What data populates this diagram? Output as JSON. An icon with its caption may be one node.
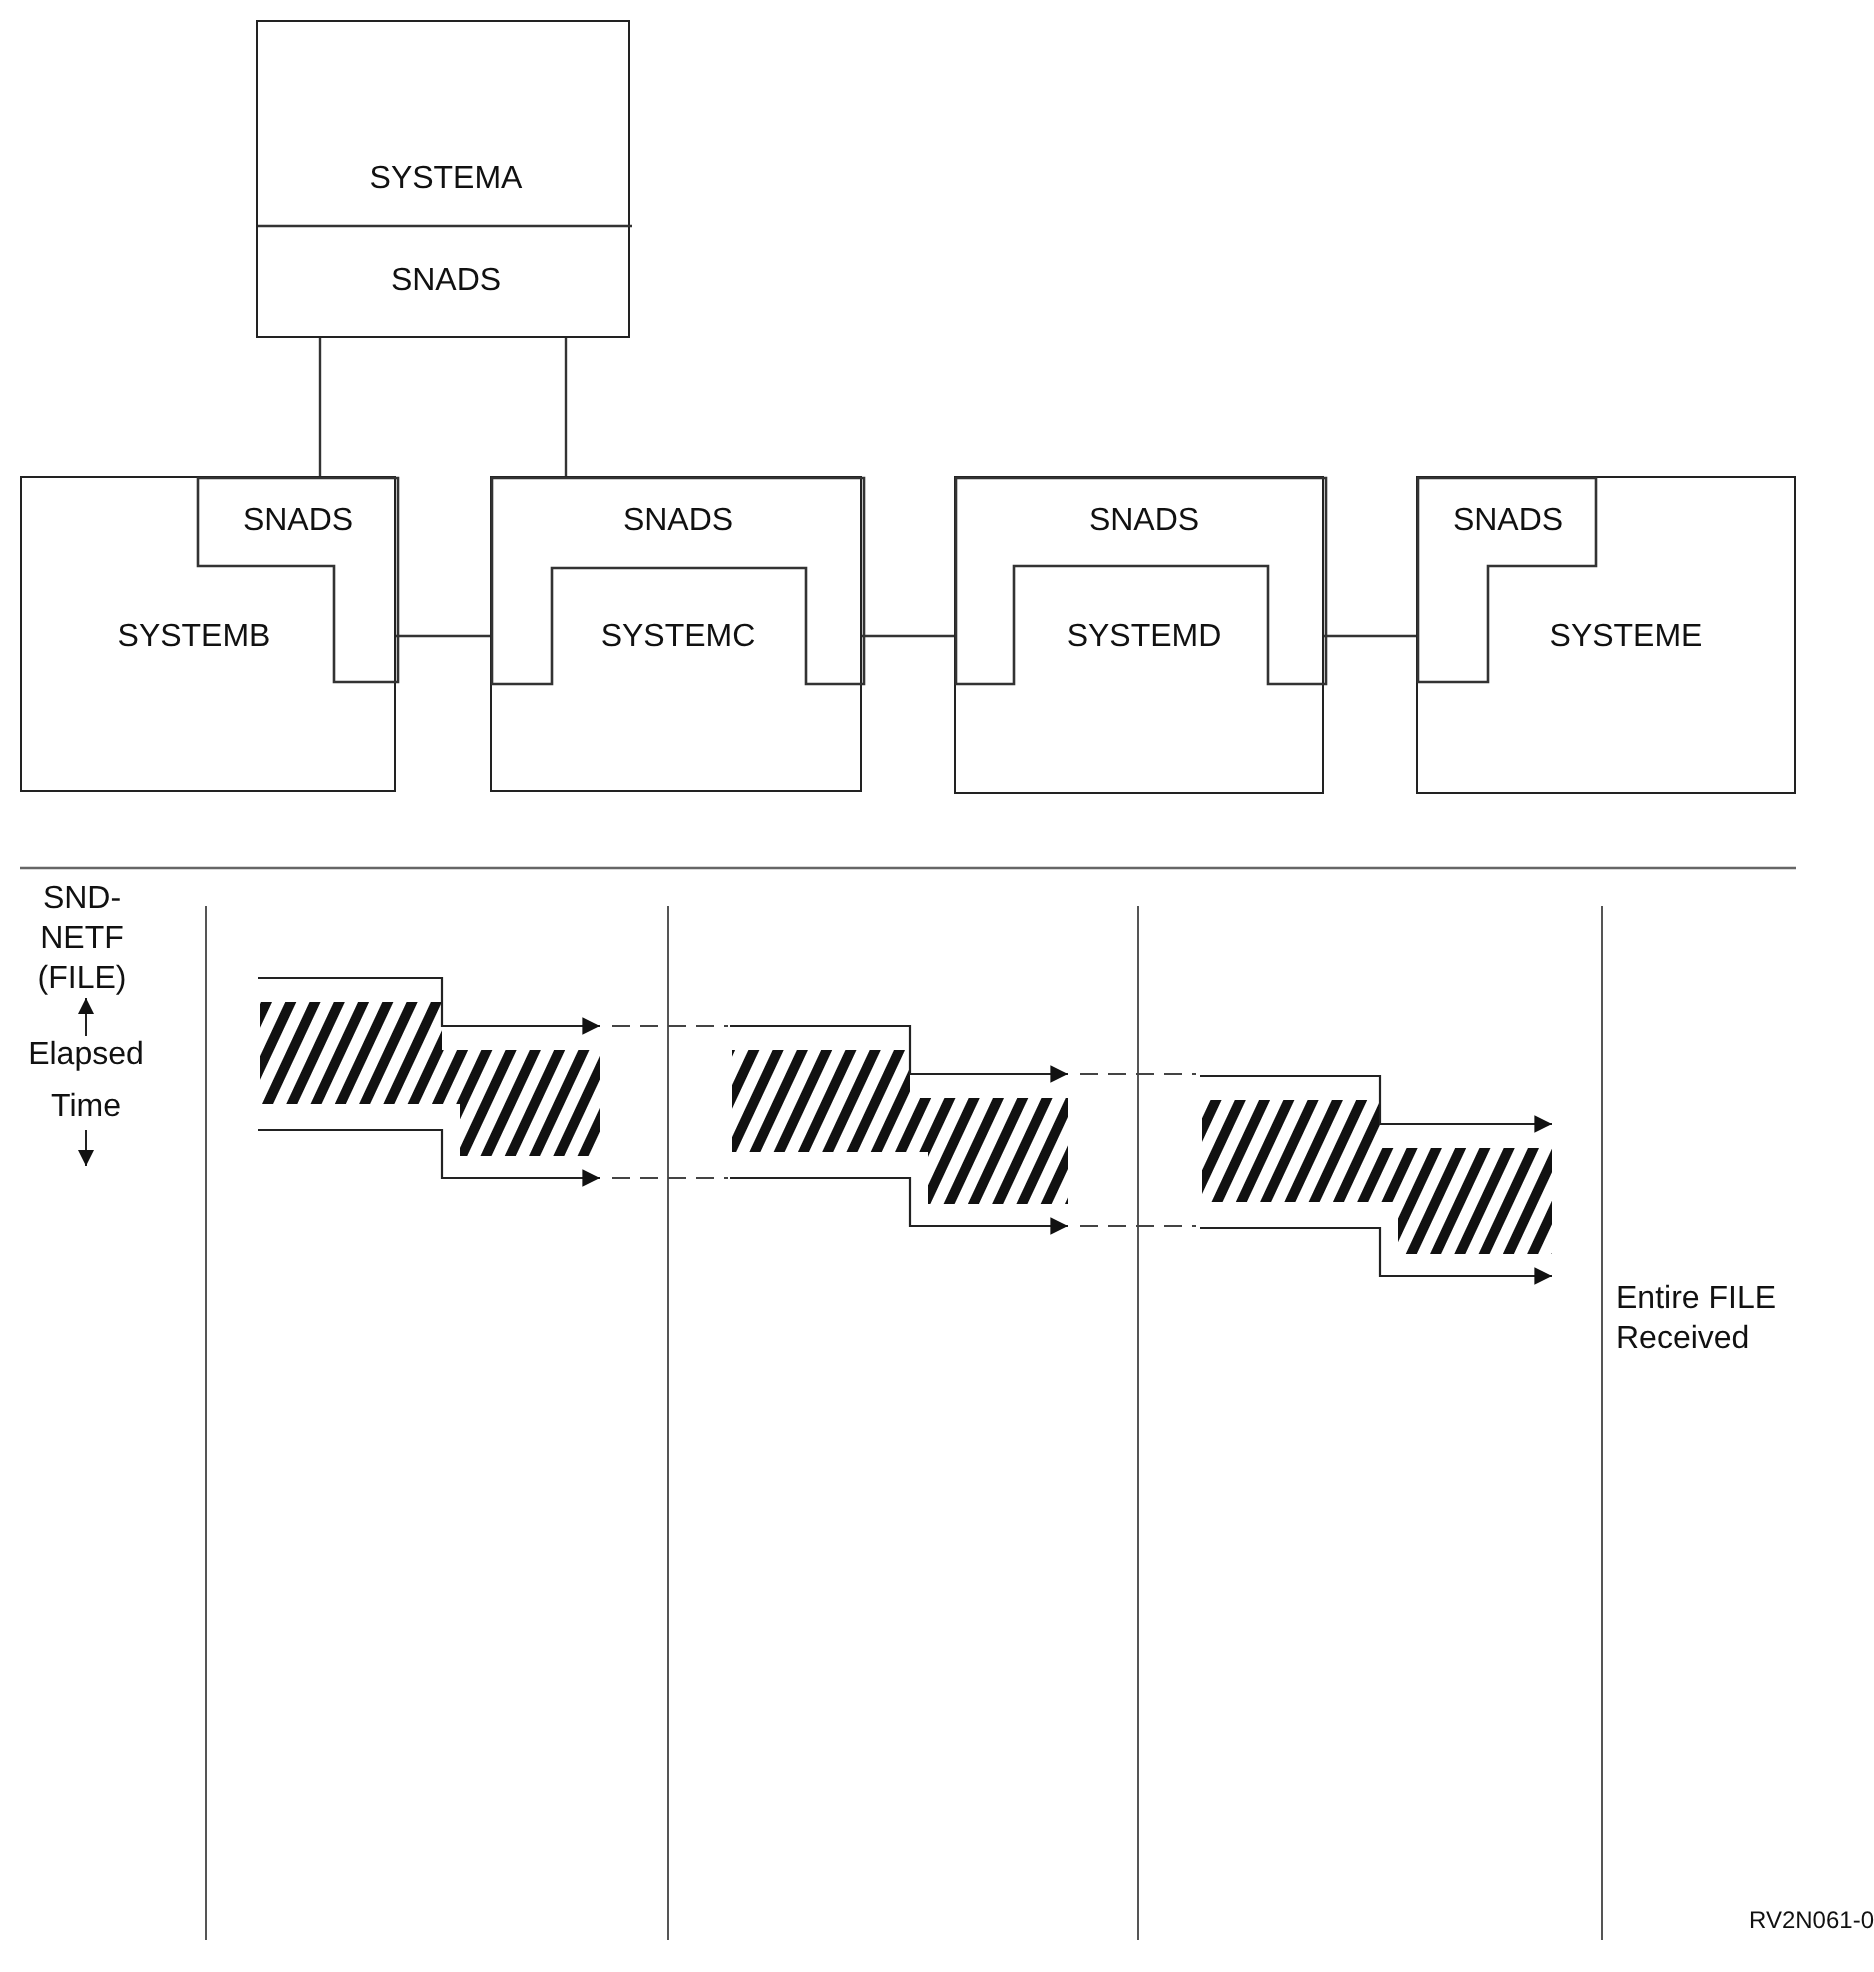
{
  "diagram": {
    "nodes": [
      {
        "text": [
          "SYSTEMA"
        ]
      },
      {
        "text": [
          "SNADS"
        ],
        "in": 0
      },
      {
        "text": [
          "SYSTEMB"
        ]
      },
      {
        "text": [
          "SNADS"
        ],
        "in": 2
      },
      {
        "text": [
          "SYSTEMC"
        ]
      },
      {
        "text": [
          "SNADS"
        ],
        "in": 4
      },
      {
        "text": [
          "SYSTEMD"
        ]
      },
      {
        "text": [
          "SNADS"
        ],
        "in": 6
      },
      {
        "text": [
          "SYSTEME"
        ]
      },
      {
        "text": [
          "SNADS"
        ],
        "in": 8
      }
    ],
    "edges": [
      {
        "from": 1,
        "to": 3,
        "arrow": "none"
      },
      {
        "from": 1,
        "to": 5,
        "arrow": "none"
      },
      {
        "from": 3,
        "to": 5,
        "arrow": "none"
      },
      {
        "from": 5,
        "to": 7,
        "arrow": "none"
      },
      {
        "from": 7,
        "to": 9,
        "arrow": "none"
      }
    ],
    "labels": [
      "SND- NETF (FILE)",
      "Elapsed Time",
      "Entire FILE Received",
      "RV2N061-0"
    ]
  }
}
